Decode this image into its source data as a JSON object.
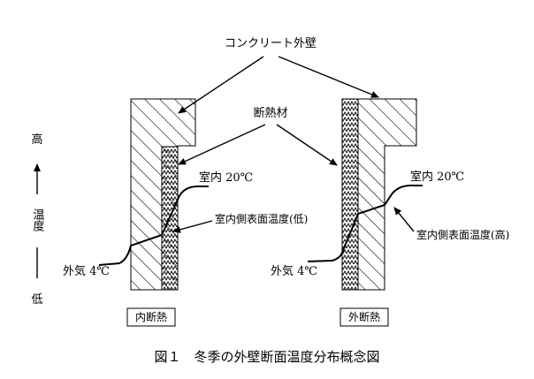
{
  "diagram": {
    "label_concrete": "コンクリート外壁",
    "label_insulation": "断熱材",
    "axis_high": "高",
    "axis_temp": "温度",
    "axis_low": "低",
    "left": {
      "indoor": "室内 20℃",
      "outdoor": "外気 4℃",
      "surface": "室内側表面温度(低)",
      "type": "内断熱"
    },
    "right": {
      "indoor": "室内 20℃",
      "outdoor": "外気 4℃",
      "surface": "室内側表面温度(高)",
      "type": "外断熱"
    },
    "caption": "図１　冬季の外壁断面温度分布概念図"
  }
}
